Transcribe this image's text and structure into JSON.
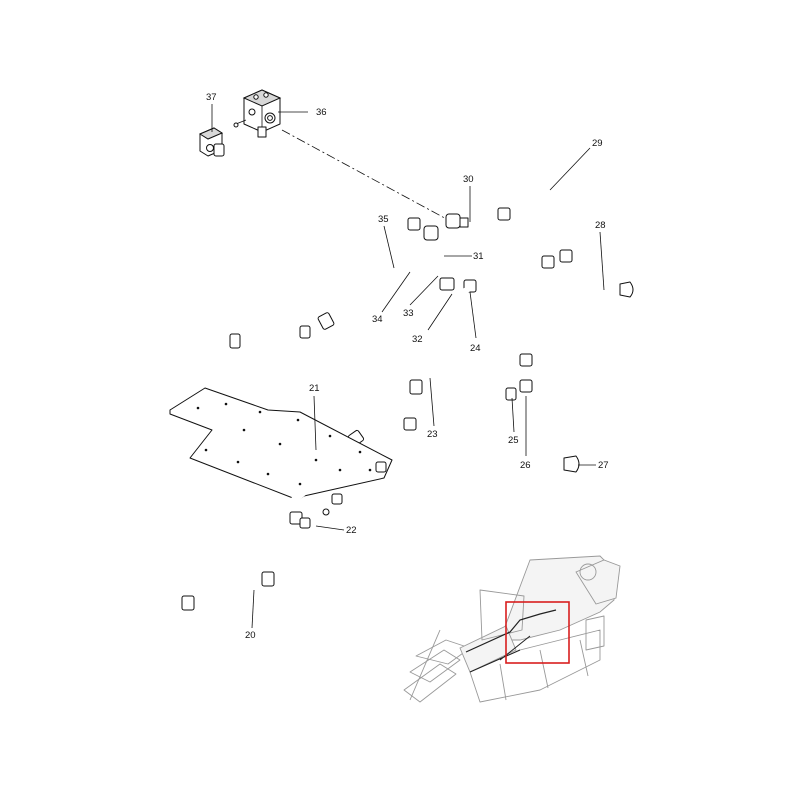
{
  "diagram": {
    "callouts": [
      {
        "id": "p37",
        "text": "37"
      },
      {
        "id": "p36",
        "text": "36"
      },
      {
        "id": "p29",
        "text": "29"
      },
      {
        "id": "p30",
        "text": "30"
      },
      {
        "id": "p28",
        "text": "28"
      },
      {
        "id": "p35",
        "text": "35"
      },
      {
        "id": "p31",
        "text": "31"
      },
      {
        "id": "p34",
        "text": "34"
      },
      {
        "id": "p33",
        "text": "33"
      },
      {
        "id": "p32",
        "text": "32"
      },
      {
        "id": "p24",
        "text": "24"
      },
      {
        "id": "p21",
        "text": "21"
      },
      {
        "id": "p23",
        "text": "23"
      },
      {
        "id": "p25",
        "text": "25"
      },
      {
        "id": "p26",
        "text": "26"
      },
      {
        "id": "p27",
        "text": "27"
      },
      {
        "id": "p22",
        "text": "22"
      },
      {
        "id": "p20",
        "text": "20"
      }
    ],
    "overview_highlight_color": "#d81e1e"
  }
}
